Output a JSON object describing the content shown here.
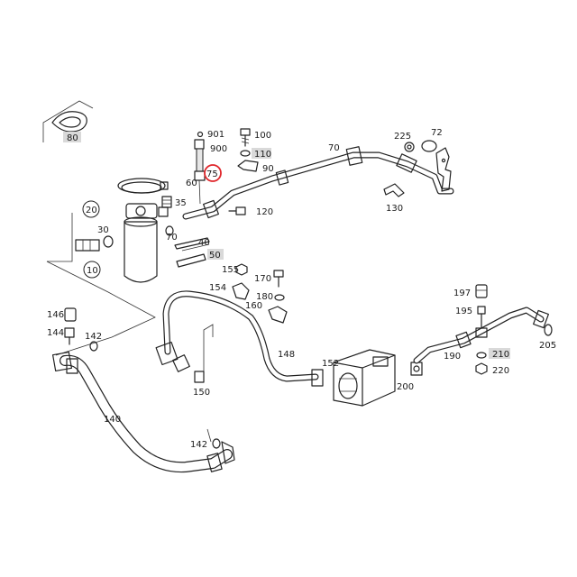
{
  "labels": {
    "l80": "80",
    "l901": "901",
    "l900": "900",
    "l75": "75",
    "l100": "100",
    "l110": "110",
    "l90": "90",
    "l70": "70",
    "l225": "225",
    "l72": "72",
    "l60": "60",
    "l35": "35",
    "l120": "120",
    "l130": "130",
    "l20": "20",
    "l30": "30",
    "l10": "10",
    "l40": "40",
    "l50": "50",
    "l70b": "70",
    "l155": "155",
    "l170": "170",
    "l154": "154",
    "l180": "180",
    "l160": "160",
    "l197": "197",
    "l195": "195",
    "l146": "146",
    "l144": "144",
    "l142a": "142",
    "l148": "148",
    "l152": "152",
    "l190": "190",
    "l210": "210",
    "l205": "205",
    "l220": "220",
    "l200": "200",
    "l150": "150",
    "l140": "140",
    "l142b": "142"
  },
  "colors": {
    "highlight": "#e0262b",
    "line": "#222222",
    "label_box": "#d9d9d9"
  }
}
